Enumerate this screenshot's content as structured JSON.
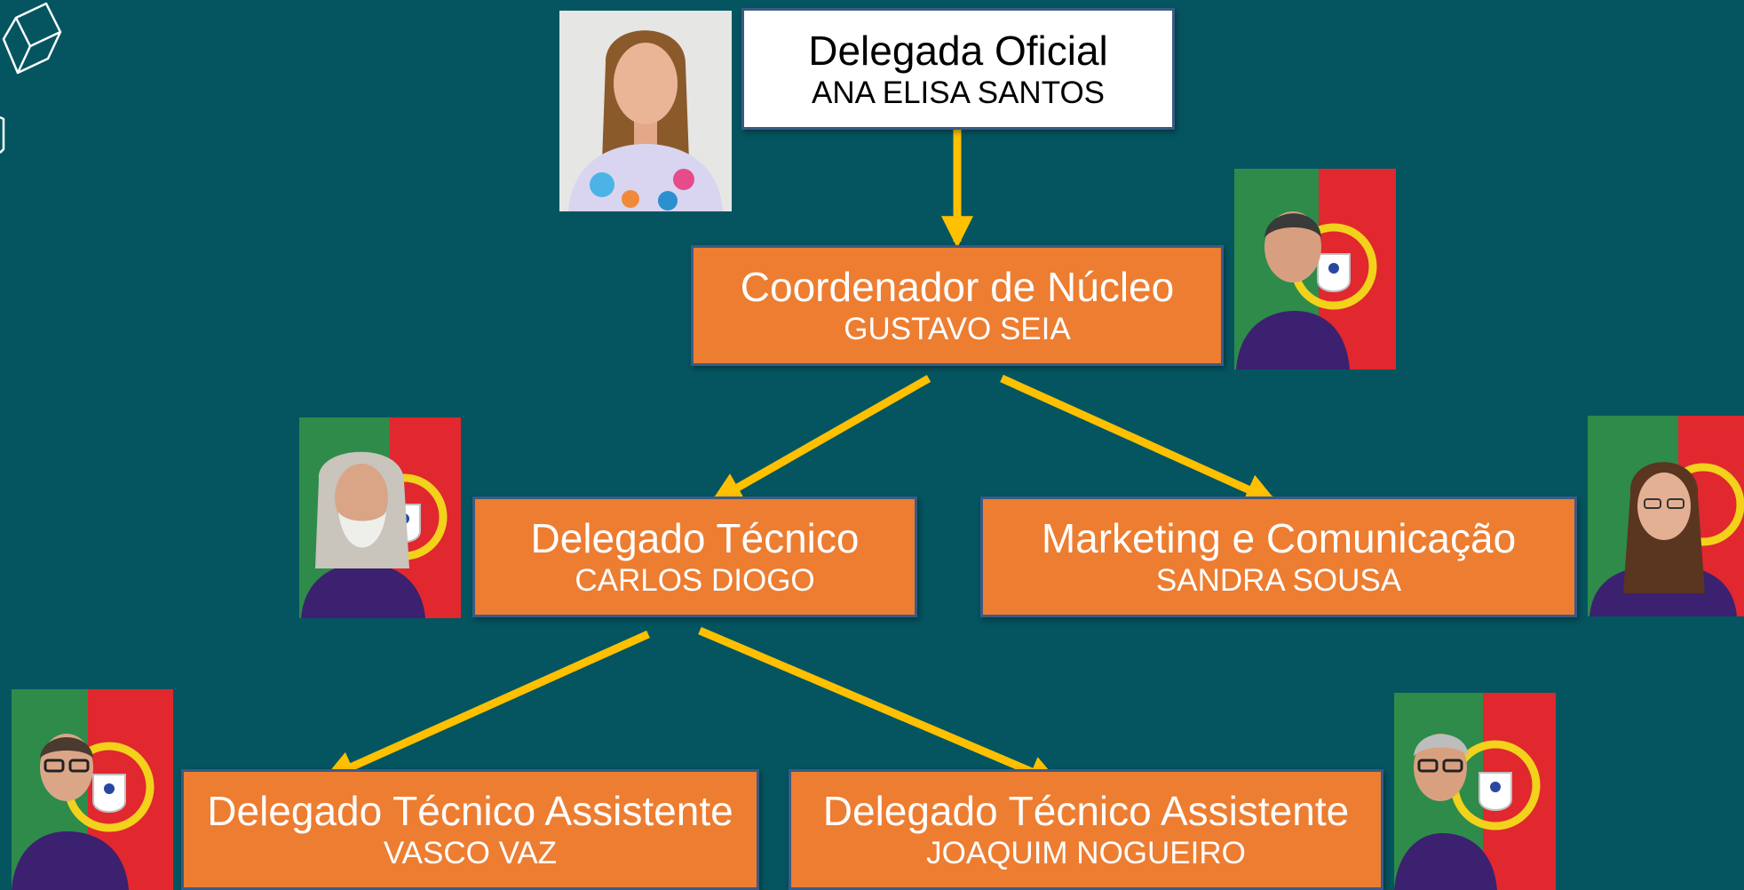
{
  "colors": {
    "background": "#045560",
    "box_orange": "#ed7d31",
    "box_white": "#ffffff",
    "box_border": "#3b5a86",
    "arrow": "#ffc000",
    "flag_green": "#2e8b4a",
    "flag_red": "#e0282e",
    "shirt_purple": "#3b2170"
  },
  "nodes": {
    "delegada": {
      "role": "Delegada Oficial",
      "name": "ANA ELISA SANTOS"
    },
    "coordenador": {
      "role": "Coordenador de Núcleo",
      "name": "GUSTAVO SEIA"
    },
    "tecnico": {
      "role": "Delegado Técnico",
      "name": "CARLOS DIOGO"
    },
    "marketing": {
      "role": "Marketing e Comunicação",
      "name": "SANDRA SOUSA"
    },
    "assistente1": {
      "role": "Delegado Técnico Assistente",
      "name": "VASCO VAZ"
    },
    "assistente2": {
      "role": "Delegado Técnico Assistente",
      "name": "JOAQUIM NOGUEIRO"
    }
  },
  "edges": [
    {
      "from": "delegada",
      "to": "coordenador"
    },
    {
      "from": "coordenador",
      "to": "tecnico"
    },
    {
      "from": "coordenador",
      "to": "marketing"
    },
    {
      "from": "tecnico",
      "to": "assistente1"
    },
    {
      "from": "tecnico",
      "to": "assistente2"
    }
  ]
}
